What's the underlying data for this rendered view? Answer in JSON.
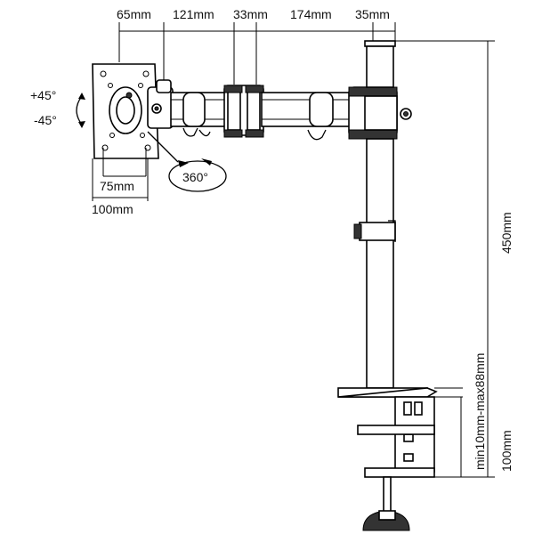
{
  "dimensions": {
    "d65": "65mm",
    "d121": "121mm",
    "d33": "33mm",
    "d174": "174mm",
    "d35": "35mm",
    "d450": "450mm",
    "d10_88": "min10mm-max88mm",
    "d100_clamp": "100mm",
    "d75": "75mm",
    "d100_vesa": "100mm"
  },
  "rotation": {
    "tilt_up": "+45°",
    "tilt_down": "-45°",
    "rotate": "360°"
  }
}
